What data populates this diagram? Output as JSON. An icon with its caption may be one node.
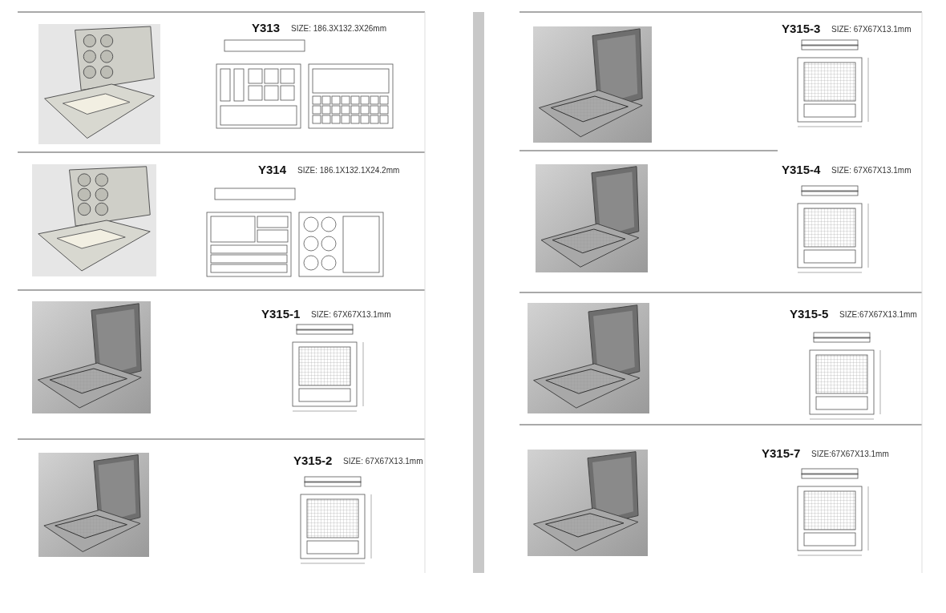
{
  "diagram": {
    "nodes": [
      {
        "text": [],
        "shape": "bar"
      }
    ],
    "labels": [
      "Y313",
      "SIZE: 186.3X132.3X26mm",
      "Y314",
      "SIZE: 186.1X132.1X24.2mm",
      "Y315-1",
      "SIZE: 67X67X13.1mm",
      "Y315-2",
      "SIZE: 67X67X13.1mm",
      "Y315-3",
      "SIZE: 67X67X13.1mm",
      "Y315-4",
      "SIZE: 67X67X13.1mm",
      "Y315-5",
      "SIZE:67X67X13.1mm",
      "Y315-7",
      "SIZE:67X67X13.1mm"
    ]
  }
}
